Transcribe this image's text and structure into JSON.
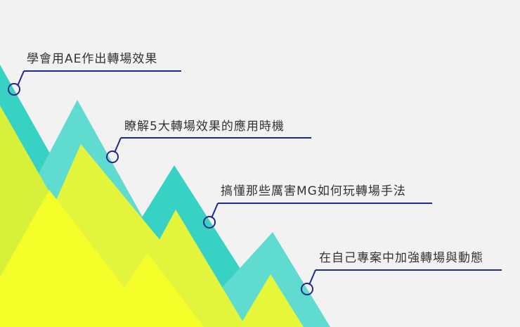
{
  "callouts": [
    {
      "text": "學會用AE作出轉場效果"
    },
    {
      "text": "瞭解5大轉場效果的應用時機"
    },
    {
      "text": "搞懂那些厲害MG如何玩轉場手法"
    },
    {
      "text": "在自己專案中加強轉場與動態"
    }
  ],
  "colors": {
    "background": "#f2f2f2",
    "teal": "#38d2c4",
    "teal_light": "#5fdccf",
    "lime": "#d7f03a",
    "yellow": "#f4ff2a",
    "line": "#1d2a8c",
    "text": "#333333"
  }
}
